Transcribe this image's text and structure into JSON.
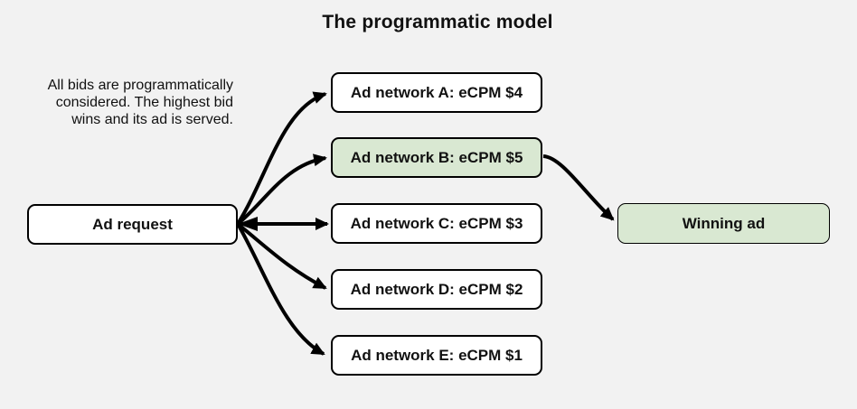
{
  "title": "The programmatic model",
  "description": {
    "lines": [
      "All bids are programmatically",
      "considered. The highest bid",
      "wins and its ad is served."
    ]
  },
  "nodes": {
    "ad_request": {
      "label": "Ad request",
      "highlight": false
    },
    "networks": [
      {
        "id": "network_a",
        "label": "Ad network A: eCPM $4",
        "ecpm": 4,
        "highlight": false
      },
      {
        "id": "network_b",
        "label": "Ad network B: eCPM $5",
        "ecpm": 5,
        "highlight": true
      },
      {
        "id": "network_c",
        "label": "Ad network C: eCPM $3",
        "ecpm": 3,
        "highlight": false
      },
      {
        "id": "network_d",
        "label": "Ad network D: eCPM $2",
        "ecpm": 2,
        "highlight": false
      },
      {
        "id": "network_e",
        "label": "Ad network E: eCPM $1",
        "ecpm": 1,
        "highlight": false
      }
    ],
    "winning_ad": {
      "label": "Winning ad",
      "highlight": true
    }
  },
  "edges": [
    {
      "from": "ad_request",
      "to": "network_a"
    },
    {
      "from": "ad_request",
      "to": "network_b"
    },
    {
      "from": "ad_request",
      "to": "network_c"
    },
    {
      "from": "ad_request",
      "to": "network_d"
    },
    {
      "from": "ad_request",
      "to": "network_e"
    },
    {
      "from": "network_b",
      "to": "winning_ad"
    }
  ],
  "colors": {
    "background": "#f2f2f2",
    "box_fill": "#ffffff",
    "highlight_fill": "#d9e8d2",
    "border": "#000000",
    "arrow": "#000000",
    "text": "#111111"
  }
}
